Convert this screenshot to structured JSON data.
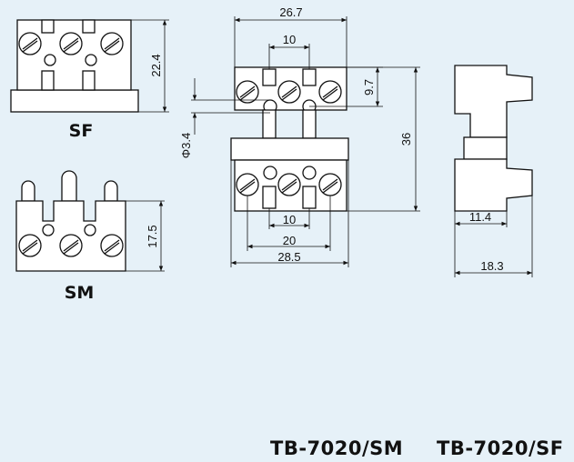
{
  "views": {
    "sf_label": "SF",
    "sm_label": "SM"
  },
  "dimensions": {
    "sf_height": "22.4",
    "sm_height": "17.5",
    "front_top_width": "26.7",
    "front_top_pitch": "10",
    "front_top_offset": "9.7",
    "hole_diameter": "Φ3.4",
    "total_height": "36",
    "front_bottom_pitch": "10",
    "front_bottom_span": "20",
    "front_bottom_width": "28.5",
    "side_depth_inner": "11.4",
    "side_depth_outer": "18.3"
  },
  "models": {
    "sm": "TB-7020/SM",
    "sf": "TB-7020/SF"
  }
}
